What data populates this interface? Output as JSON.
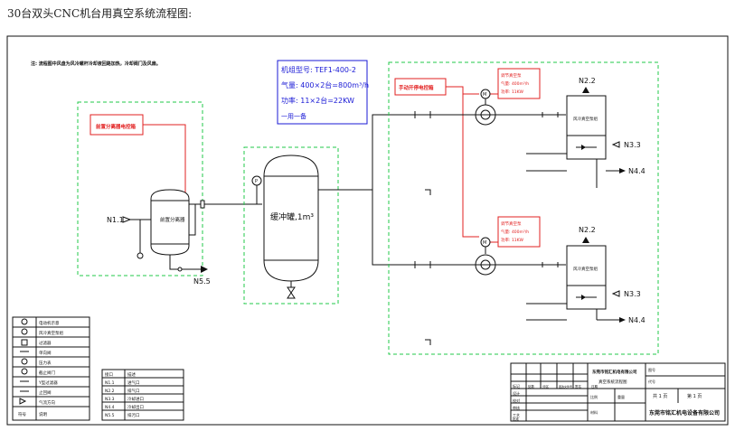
{
  "title": "30台双头CNC机台用真空系统流程图:",
  "note": "注: 流程图中风盘为风冷螺杆冷却液回路加热，冷却阀门及风扇。",
  "colors": {
    "green": "#22c84a",
    "red": "#e22020",
    "blue": "#1a1ad6",
    "black": "#111111"
  },
  "boxes": {
    "separator_ctrl": "前置分离器电控箱",
    "manual_ctrl": "手动开停电控箱"
  },
  "spec_box": {
    "line1": "机组型号: TEF1-400-2",
    "line2": "气量: 400×2台=800m³/h",
    "line3": "功率: 11×2台=22KW",
    "line4": "一用一备"
  },
  "separator_label": "前置分离器",
  "tank_label": "缓冲罐,1m³",
  "pump_unit_label": "风冷真空泵组",
  "pump_specs": {
    "l1": "调节真空泵",
    "l2": "气量: 400m³/h",
    "l3": "功率: 11KW"
  },
  "ports": {
    "n11": "N1.1",
    "n55": "N5.5",
    "n22a": "N2.2",
    "n33a": "N3.3",
    "n44a": "N4.4",
    "n22b": "N2.2",
    "n33b": "N3.3",
    "n44b": "N4.4"
  },
  "legend": {
    "header": "符号",
    "header_desc": "说明",
    "rows": [
      "电动机",
      "真空泵组",
      "过滤器",
      "单向阀",
      "压力表",
      "截止阀门",
      "Y型过滤器",
      "止回阀",
      "进气/出气"
    ],
    "row_descs": [
      "电动机示意",
      "风冷真空泵组",
      "过滤器",
      "单向阀",
      "压力表",
      "截止阀门",
      "Y型过滤器",
      "止回阀",
      "气流方向"
    ]
  },
  "port_table": {
    "head": [
      "接口",
      "描述"
    ],
    "rows": [
      [
        "N1.1",
        "进气口"
      ],
      [
        "N2.2",
        "排气口"
      ],
      [
        "N3.3",
        "冷却进口"
      ],
      [
        "N4.4",
        "冷却出口"
      ],
      [
        "N5.5",
        "排污口"
      ]
    ]
  },
  "title_block": {
    "company_top": "东莞市铭汇机电有限公司",
    "drawing_name": "真空系统流程图",
    "sheet_total": "共 1 页",
    "sheet_no": "第 1 页",
    "company_bottom": "东莞市铭汇机电设备有限公司",
    "rows": [
      "标记",
      "设计",
      "校对",
      "审核",
      "工艺",
      "批准"
    ],
    "cols": [
      "处数",
      "分区",
      "更改文件号",
      "签名",
      "日期"
    ],
    "label_scale": "比例",
    "label_weight": "重量",
    "label_material": "材料",
    "label_drawing_no": "图号",
    "label_code": "代号"
  }
}
